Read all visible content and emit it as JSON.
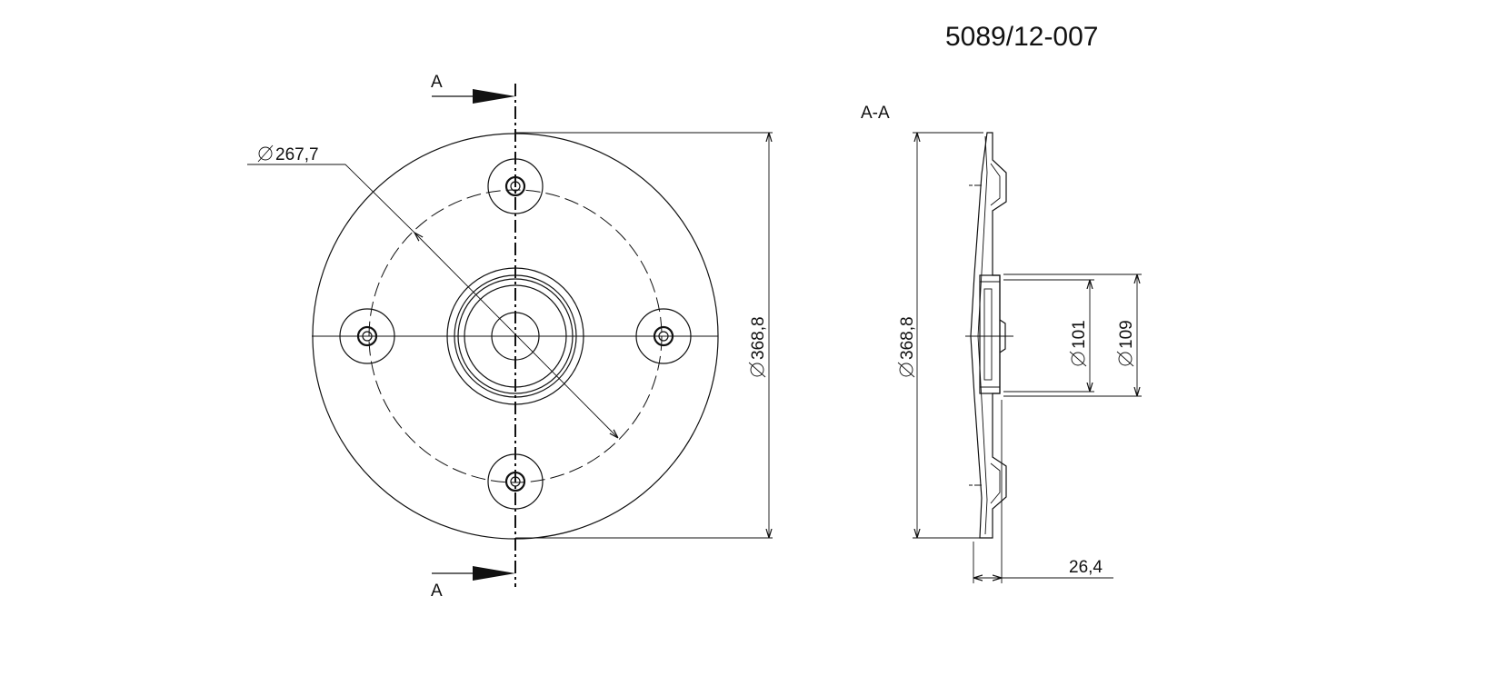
{
  "drawing": {
    "part_number": "5089/12-007",
    "section_letter_top": "A",
    "section_letter_bottom": "A",
    "section_view_label": "A-A"
  },
  "front_view": {
    "dim_bolt_circle": "267,7",
    "dim_outer_diameter": "368,8"
  },
  "section_view": {
    "dim_outer_diameter": "368,8",
    "dim_inner_101": "101",
    "dim_inner_109": "109",
    "dim_thickness": "26,4"
  }
}
